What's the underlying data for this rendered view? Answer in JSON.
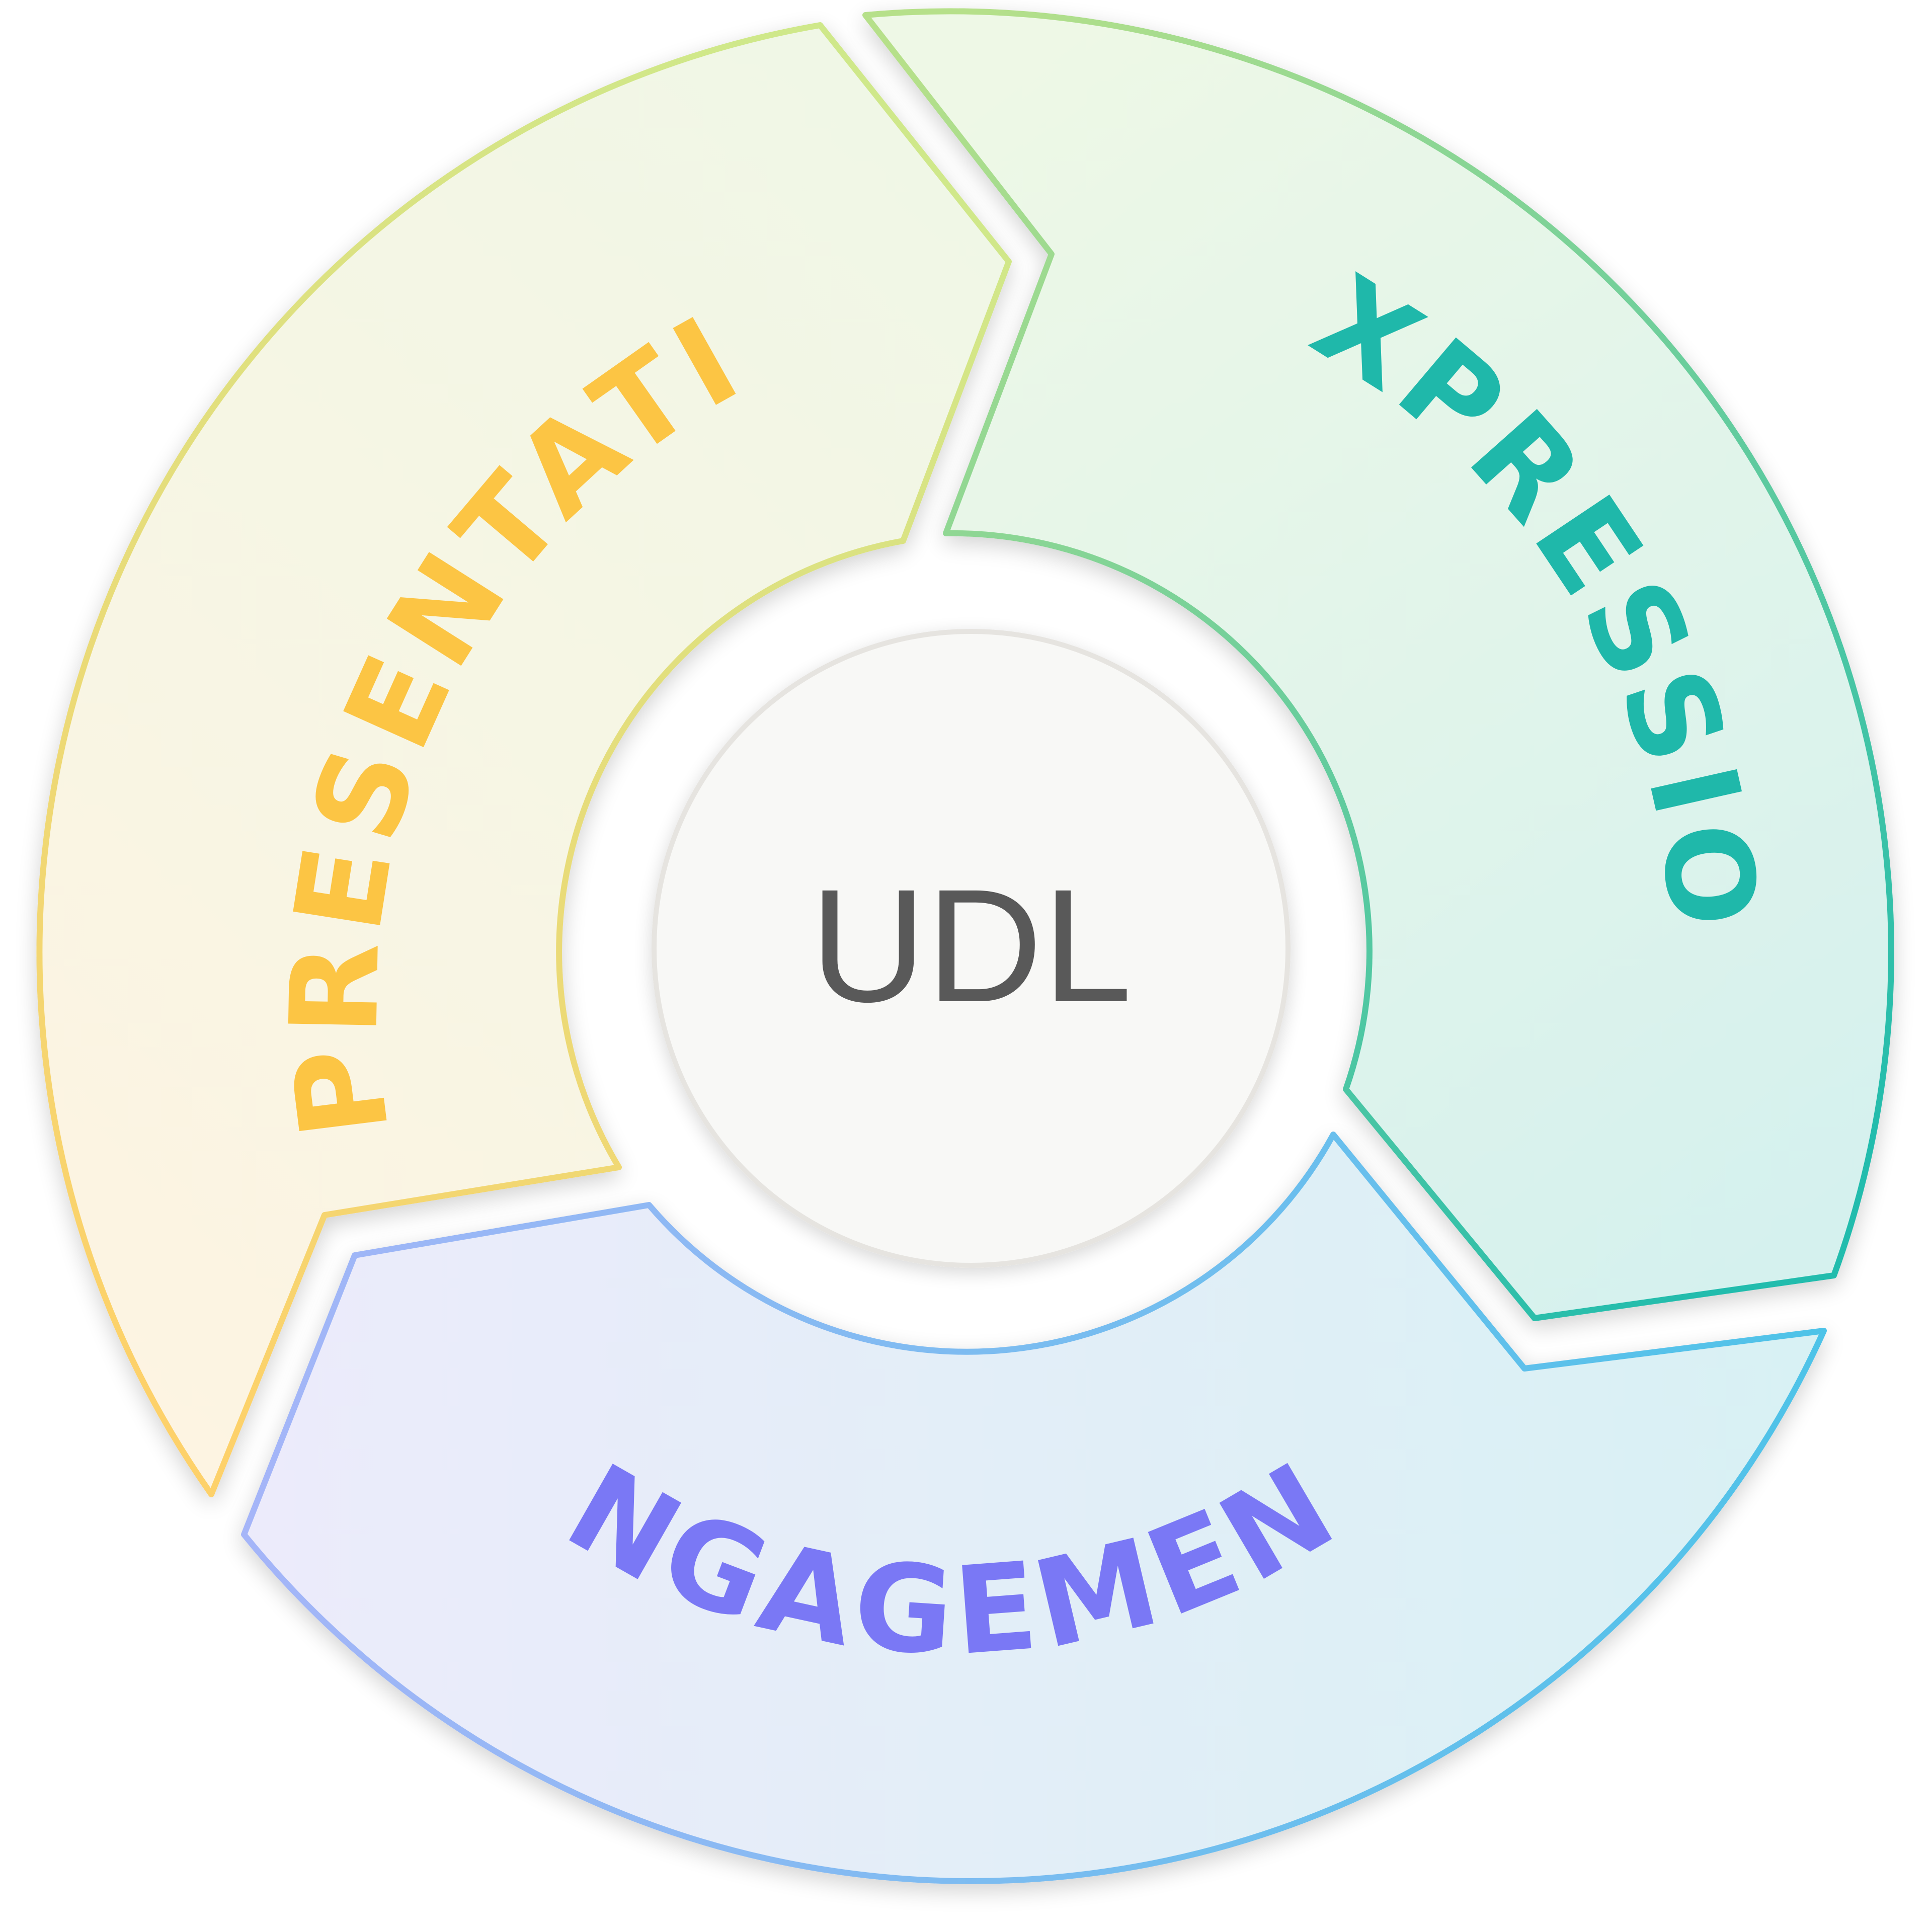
{
  "center": {
    "label": "UDL",
    "fill": "#f8f8f6",
    "stroke": "#e6e4e0",
    "text_color": "#595959"
  },
  "segments": [
    {
      "id": "representation",
      "label": "REPRESENTATION",
      "label_color": "#fcc544",
      "stroke_from": "#fdd16a",
      "stroke_to": "#cfe88a",
      "fill_from": "#fdf4e2",
      "fill_to": "#f0f7e6"
    },
    {
      "id": "expression",
      "label": "EXPRESSION",
      "label_color": "#1fb8aa",
      "stroke_from": "#b6e08a",
      "stroke_to": "#22bcad",
      "fill_from": "#eef8e6",
      "fill_to": "#d5f1ee"
    },
    {
      "id": "engagement",
      "label": "ENGAGEMENT",
      "label_color": "#7a78f5",
      "stroke_from": "#a5b5f8",
      "stroke_to": "#4ec3e8",
      "fill_from": "#ecebfb",
      "fill_to": "#d8f1f4"
    }
  ]
}
